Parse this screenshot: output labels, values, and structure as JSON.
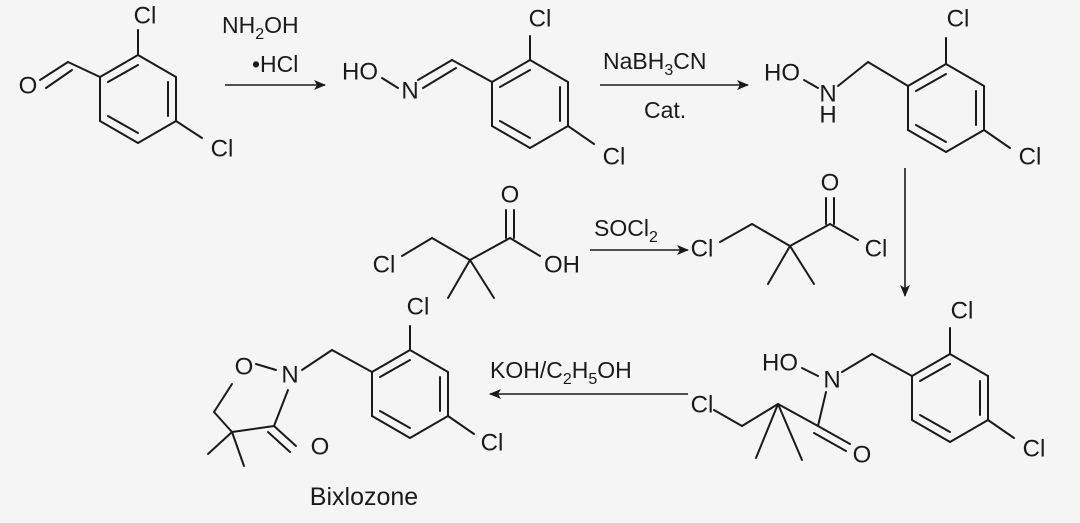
{
  "atoms": {
    "cl": "Cl",
    "o": "O",
    "n": "N",
    "h": "H",
    "ho": "HO",
    "oh": "OH"
  },
  "reagents": {
    "step1_line1": {
      "main": "NH",
      "sub": "2",
      "tail": "OH"
    },
    "step1_line2": "•HCl",
    "step2_line1": {
      "main": "NaBH",
      "sub": "3",
      "tail": "CN"
    },
    "step2_line2": "Cat.",
    "step3": {
      "main": "SOCl",
      "sub": "2"
    },
    "step4": {
      "p1": "KOH/C",
      "s1": "2",
      "p2": "H",
      "s2": "5",
      "p3": "OH"
    }
  },
  "product_name": "Bixlozone",
  "colors": {
    "background": "#f5f5f5",
    "ink": "#1a1a1a"
  }
}
